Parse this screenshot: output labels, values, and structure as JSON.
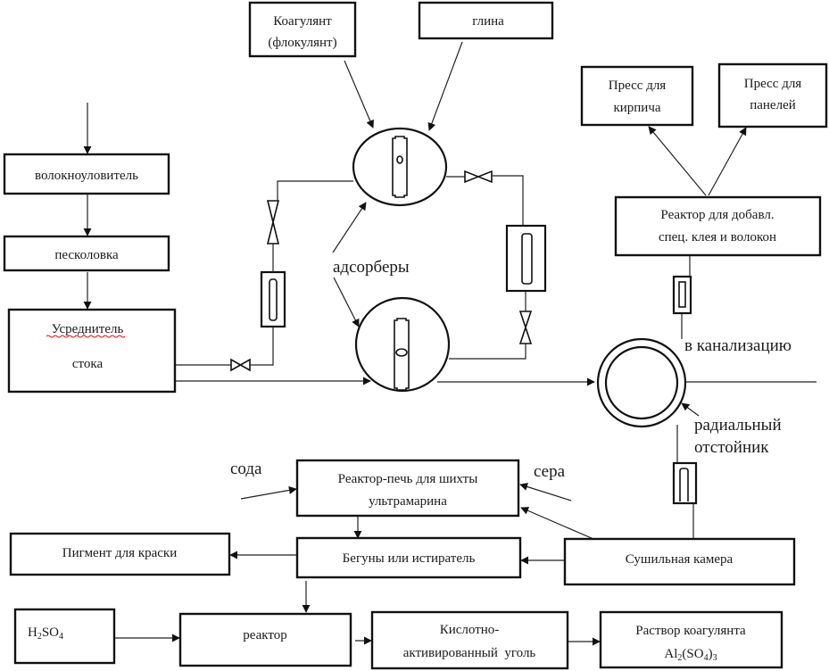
{
  "diagram": {
    "type": "process-flow",
    "nodes": {
      "fiber_catcher": "волокноуловитель",
      "sand_trap": "песколовка",
      "equalizer_line1": "Усреднитель",
      "equalizer_line2": "стока",
      "coagulant_line1": "Коагулянт",
      "coagulant_line2": "(флокулянт)",
      "clay": "глина",
      "press_brick_line1": "Пресс для",
      "press_brick_line2": "кирпича",
      "press_panel_line1": "Пресс для",
      "press_panel_line2": "панелей",
      "glue_reactor_line1": "Реактор для добавл.",
      "glue_reactor_line2": "спец. клея и волокон",
      "furnace_line1": "Реактор-печь для шихты",
      "furnace_line2": "ультрамарина",
      "grinder": "Бегуны или истиратель",
      "pigment": "Пигмент для краски",
      "dryer": "Сушильная камера",
      "h2so4": {
        "base1": "H",
        "sub1": "2",
        "base2": "SO",
        "sub2": "4"
      },
      "reactor": "реактор",
      "acid_coal_line1": "Кислотно-",
      "acid_coal_line2": "активированный  уголь",
      "coag_solution_line1": "Раствор коагулянта",
      "coag_solution_formula": {
        "base1": "Al",
        "sub1": "2",
        "base2": "(SO",
        "sub2": "4",
        "base3": ")",
        "sub3": "3"
      }
    },
    "labels": {
      "adsorbers": "адсорберы",
      "sewer": "в канализацию",
      "settler_line1": "радиальный",
      "settler_line2": "отстойник",
      "soda": "сода",
      "sulfur": "сера"
    },
    "edges": [
      [
        "inflow",
        "волокноуловитель"
      ],
      [
        "волокноуловитель",
        "песколовка"
      ],
      [
        "песколовка",
        "Усреднитель стока"
      ],
      [
        "Усреднитель стока",
        "адсорбер 1 (via valve, filter, valve)"
      ],
      [
        "Усреднитель стока",
        "адсорбер 2"
      ],
      [
        "Коагулянт (флокулянт)",
        "адсорбер 1"
      ],
      [
        "глина",
        "адсорбер 1"
      ],
      [
        "адсорбер 1",
        "адсорбер 2 (via valve, filter, valve)"
      ],
      [
        "адсорбер 2",
        "радиальный отстойник"
      ],
      [
        "радиальный отстойник",
        "в канализацию"
      ],
      [
        "радиальный отстойник",
        "Реактор для добавл. спец. клея и волокон (via filter)"
      ],
      [
        "Реактор для добавл. спец. клея и волокон",
        "Пресс для кирпича"
      ],
      [
        "Реактор для добавл. спец. клея и волокон",
        "Пресс для панелей"
      ],
      [
        "радиальный отстойник",
        "Сушильная камера (via filter)"
      ],
      [
        "сода",
        "Реактор-печь для шихты ультрамарина"
      ],
      [
        "сера",
        "Реактор-печь для шихты ультрамарина"
      ],
      [
        "Сушильная камера",
        "Реактор-печь для шихты ультрамарина"
      ],
      [
        "Сушильная камера",
        "Бегуны или истиратель"
      ],
      [
        "Реактор-печь для шихты ультрамарина",
        "Бегуны или истиратель"
      ],
      [
        "Бегуны или истиратель",
        "Пигмент для краски"
      ],
      [
        "Бегуны или истиратель",
        "реактор"
      ],
      [
        "H2SO4",
        "реактор"
      ],
      [
        "реактор",
        "Кислотно-активированный уголь"
      ],
      [
        "Кислотно-активированный уголь",
        "Раствор коагулянта Al2(SO4)3"
      ]
    ],
    "colors": {
      "stroke": "#111111",
      "background": "#ffffff",
      "spellcheck_underline": "#e01010"
    }
  }
}
